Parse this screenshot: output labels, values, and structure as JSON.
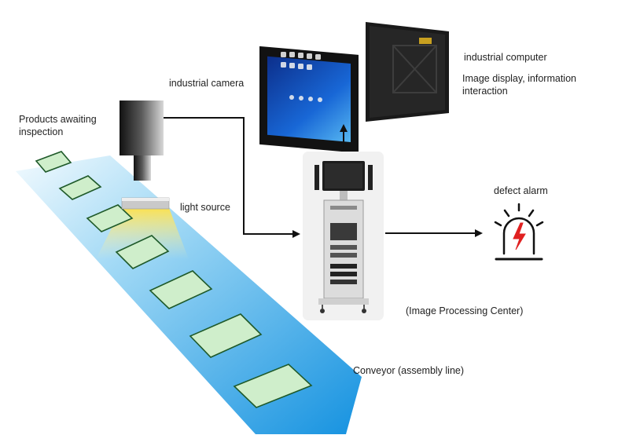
{
  "labels": {
    "products": "Products awaiting inspection",
    "camera": "industrial camera",
    "light": "light source",
    "computer": "industrial computer",
    "display": "Image display, information interaction",
    "alarm": "defect alarm",
    "center": "(Image Processing Center)",
    "conveyor": "Conveyor (assembly line)"
  },
  "colors": {
    "conveyor_top": "#e6f4fb",
    "conveyor_bottom": "#1592e0",
    "product_fill": "#cfeecb",
    "product_stroke": "#1f5a2a",
    "light_beam": "#ffe14a",
    "alarm": "#e02020",
    "arrow": "#111111"
  },
  "icons": {
    "camera": "industrial-camera-icon",
    "light": "ring-light-icon",
    "monitor": "touch-monitor-icon",
    "pc": "industrial-pc-rear-icon",
    "cart": "processing-cart-icon",
    "alarm": "siren-icon"
  }
}
